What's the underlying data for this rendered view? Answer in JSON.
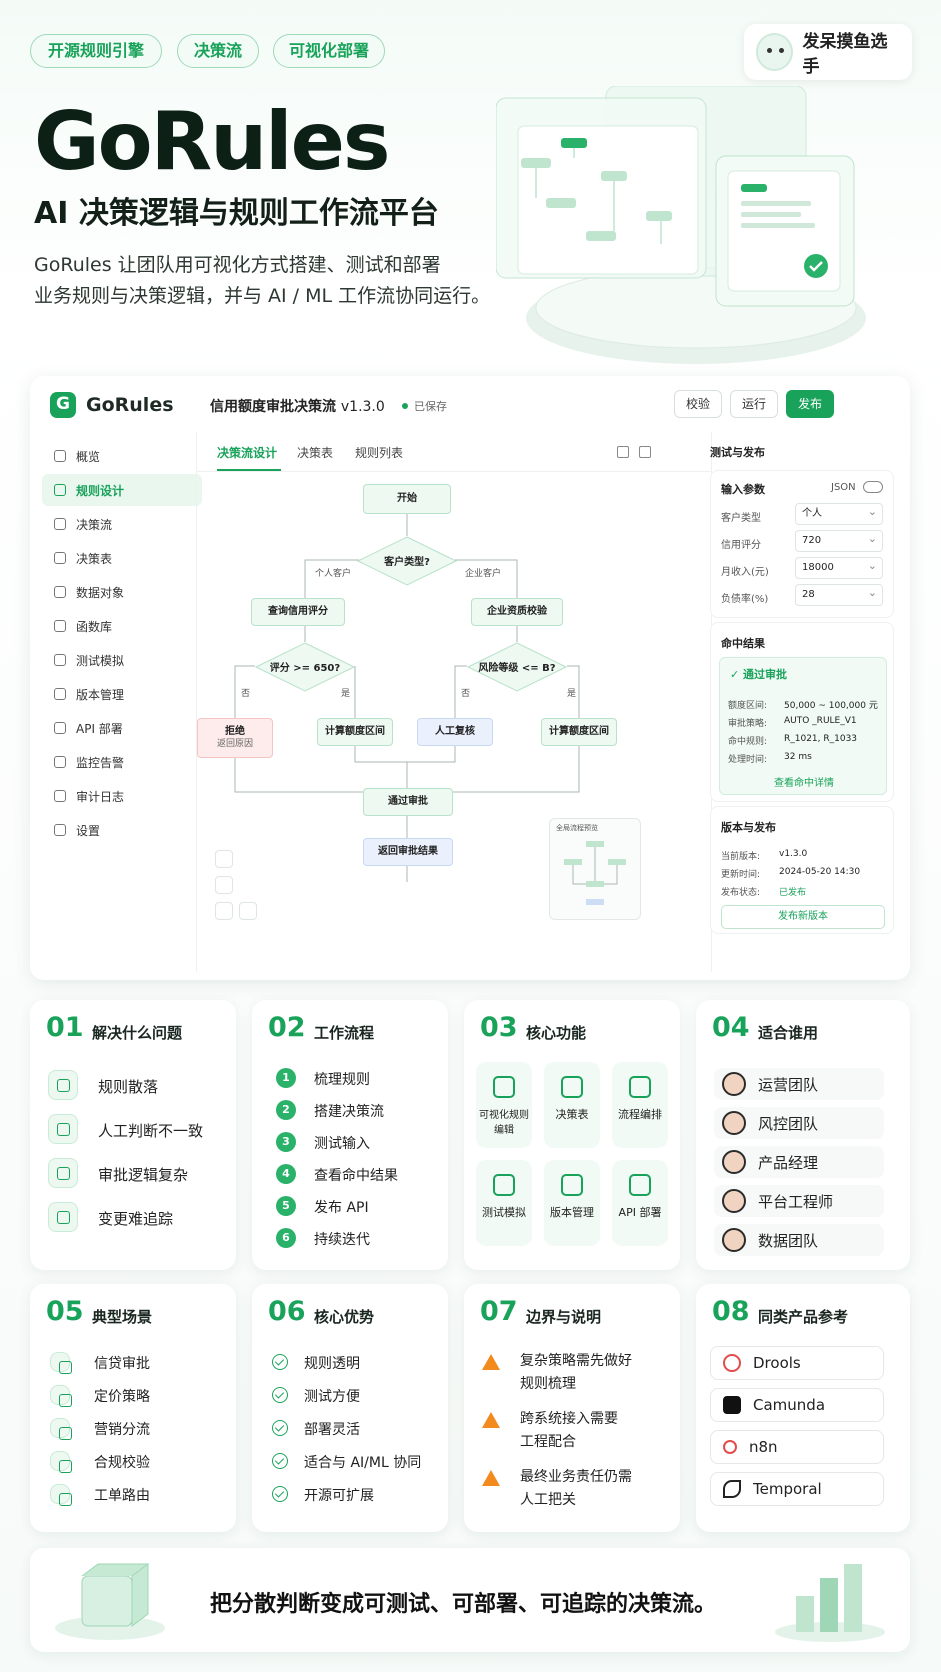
{
  "tags": [
    "开源规则引擎",
    "决策流",
    "可视化部署"
  ],
  "floater": {
    "label": "发呆摸鱼选手"
  },
  "hero": {
    "brand": "GoRules",
    "subtitle": "AI 决策逻辑与规则工作流平台",
    "desc_line1": "GoRules 让团队用可视化方式搭建、测试和部署",
    "desc_line2": "业务规则与决策逻辑，并与 AI / ML 工作流协同运行。"
  },
  "app": {
    "logo": "GoRules",
    "flow_title": "信用额度审批决策流",
    "version": "v1.3.0",
    "saved": "已保存",
    "buttons": {
      "validate": "校验",
      "run": "运行",
      "publish": "发布"
    },
    "nav": [
      "概览",
      "规则设计",
      "决策流",
      "决策表",
      "数据对象",
      "函数库",
      "测试模拟",
      "版本管理",
      "API 部署",
      "监控告警",
      "审计日志",
      "设置"
    ],
    "active_nav": "规则设计",
    "tabs": [
      "决策流设计",
      "决策表",
      "规则列表"
    ],
    "flow": {
      "start": "开始",
      "q_customer": "客户类型?",
      "edge_personal": "个人客户",
      "edge_company": "企业客户",
      "check_credit": "查询信用评分",
      "check_company": "企业资质校验",
      "q_score": "评分 >= 650?",
      "q_risk": "风险等级 <= B?",
      "no": "否",
      "yes": "是",
      "reject": "拒绝",
      "reject_sub": "返回原因",
      "calc_limit": "计算额度区间",
      "manual": "人工复核",
      "approved": "通过审批",
      "return_result": "返回审批结果",
      "minimap_title": "全局流程预览"
    },
    "right": {
      "title": "测试与发布",
      "input_title": "输入参数",
      "json": "JSON",
      "fields": [
        {
          "label": "客户类型",
          "value": "个人"
        },
        {
          "label": "信用评分",
          "value": "720"
        },
        {
          "label": "月收入(元)",
          "value": "18000"
        },
        {
          "label": "负债率(%)",
          "value": "28"
        }
      ],
      "hit_title": "命中结果",
      "hit_status": "通过审批",
      "hit_rows": [
        {
          "k": "额度区间:",
          "v": "50,000 ~ 100,000 元"
        },
        {
          "k": "审批策略:",
          "v": "AUTO _RULE_V1"
        },
        {
          "k": "命中规则:",
          "v": "R_1021, R_1033"
        },
        {
          "k": "处理时间:",
          "v": "32 ms"
        }
      ],
      "hit_link": "查看命中详情",
      "ver_title": "版本与发布",
      "ver_rows": [
        {
          "k": "当前版本:",
          "v": "v1.3.0"
        },
        {
          "k": "更新时间:",
          "v": "2024-05-20 14:30"
        },
        {
          "k": "发布状态:",
          "v": "已发布"
        }
      ],
      "ver_button": "发布新版本"
    }
  },
  "cards": {
    "c1": {
      "num": "01",
      "title": "解决什么问题",
      "items": [
        "规则散落",
        "人工判断不一致",
        "审批逻辑复杂",
        "变更难追踪"
      ]
    },
    "c2": {
      "num": "02",
      "title": "工作流程",
      "items": [
        "梳理规则",
        "搭建决策流",
        "测试输入",
        "查看命中结果",
        "发布 API",
        "持续迭代"
      ],
      "steps": [
        "1",
        "2",
        "3",
        "4",
        "5",
        "6"
      ]
    },
    "c3": {
      "num": "03",
      "title": "核心功能",
      "items": [
        "可视化规则编辑",
        "决策表",
        "流程编排",
        "测试模拟",
        "版本管理",
        "API 部署"
      ]
    },
    "c4": {
      "num": "04",
      "title": "适合谁用",
      "items": [
        "运营团队",
        "风控团队",
        "产品经理",
        "平台工程师",
        "数据团队"
      ]
    },
    "c5": {
      "num": "05",
      "title": "典型场景",
      "items": [
        "信贷审批",
        "定价策略",
        "营销分流",
        "合规校验",
        "工单路由"
      ]
    },
    "c6": {
      "num": "06",
      "title": "核心优势",
      "items": [
        "规则透明",
        "测试方便",
        "部署灵活",
        "适合与 AI/ML 协同",
        "开源可扩展"
      ]
    },
    "c7": {
      "num": "07",
      "title": "边界与说明",
      "items": [
        [
          "复杂策略需先做好",
          "规则梳理"
        ],
        [
          "跨系统接入需要",
          "工程配合"
        ],
        [
          "最终业务责任仍需",
          "人工把关"
        ]
      ]
    },
    "c8": {
      "num": "08",
      "title": "同类产品参考",
      "items": [
        "Drools",
        "Camunda",
        "n8n",
        "Temporal"
      ]
    }
  },
  "banner": {
    "text": "把分散判断变成可测试、可部署、可追踪的决策流。"
  },
  "colors": {
    "accent": "#19a35a",
    "warn": "#f28a1d"
  }
}
